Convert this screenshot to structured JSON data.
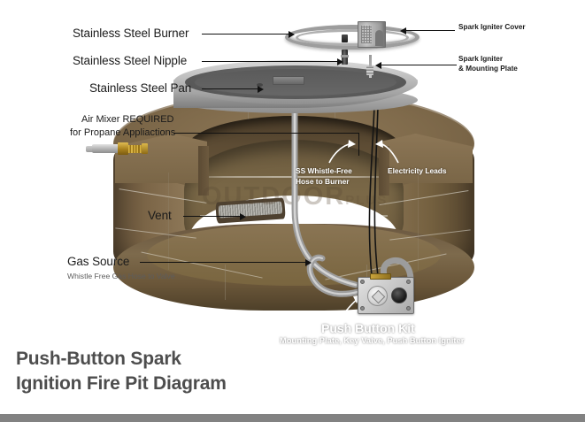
{
  "diagram": {
    "title_line1": "Push-Button Spark",
    "title_line2": "Ignition Fire Pit Diagram",
    "watermark": "OUTDOOR",
    "watermark_suffix": "PLUS",
    "accent_bar_color": "#828282",
    "title_color": "#4d4d4d",
    "stone_color": "#7a6547",
    "metal_color": "#b4b4b4"
  },
  "labels": {
    "burner": "Stainless Steel Burner",
    "nipple": "Stainless Steel Nipple",
    "pan": "Stainless Steel Pan",
    "air_mixer_line1": "Air Mixer REQUIRED",
    "air_mixer_line2": "for Propane Appliactions",
    "vent": "Vent",
    "gas_source": "Gas Source",
    "gas_source_sub": "Whistle Free Gas Hose to Valve",
    "spark_igniter_cover": "Spark Igniter Cover",
    "spark_igniter_plate_line1": "Spark Igniter",
    "spark_igniter_plate_line2": "& Mounting Plate",
    "hose_line1": "SS Whistle-Free",
    "hose_line2": "Hose to Burner",
    "electricity_leads": "Electricity Leads",
    "push_button_kit": "Push Button Kit",
    "push_button_kit_sub": "Mounting Plate, Key Valve, Push Button Igniter"
  }
}
